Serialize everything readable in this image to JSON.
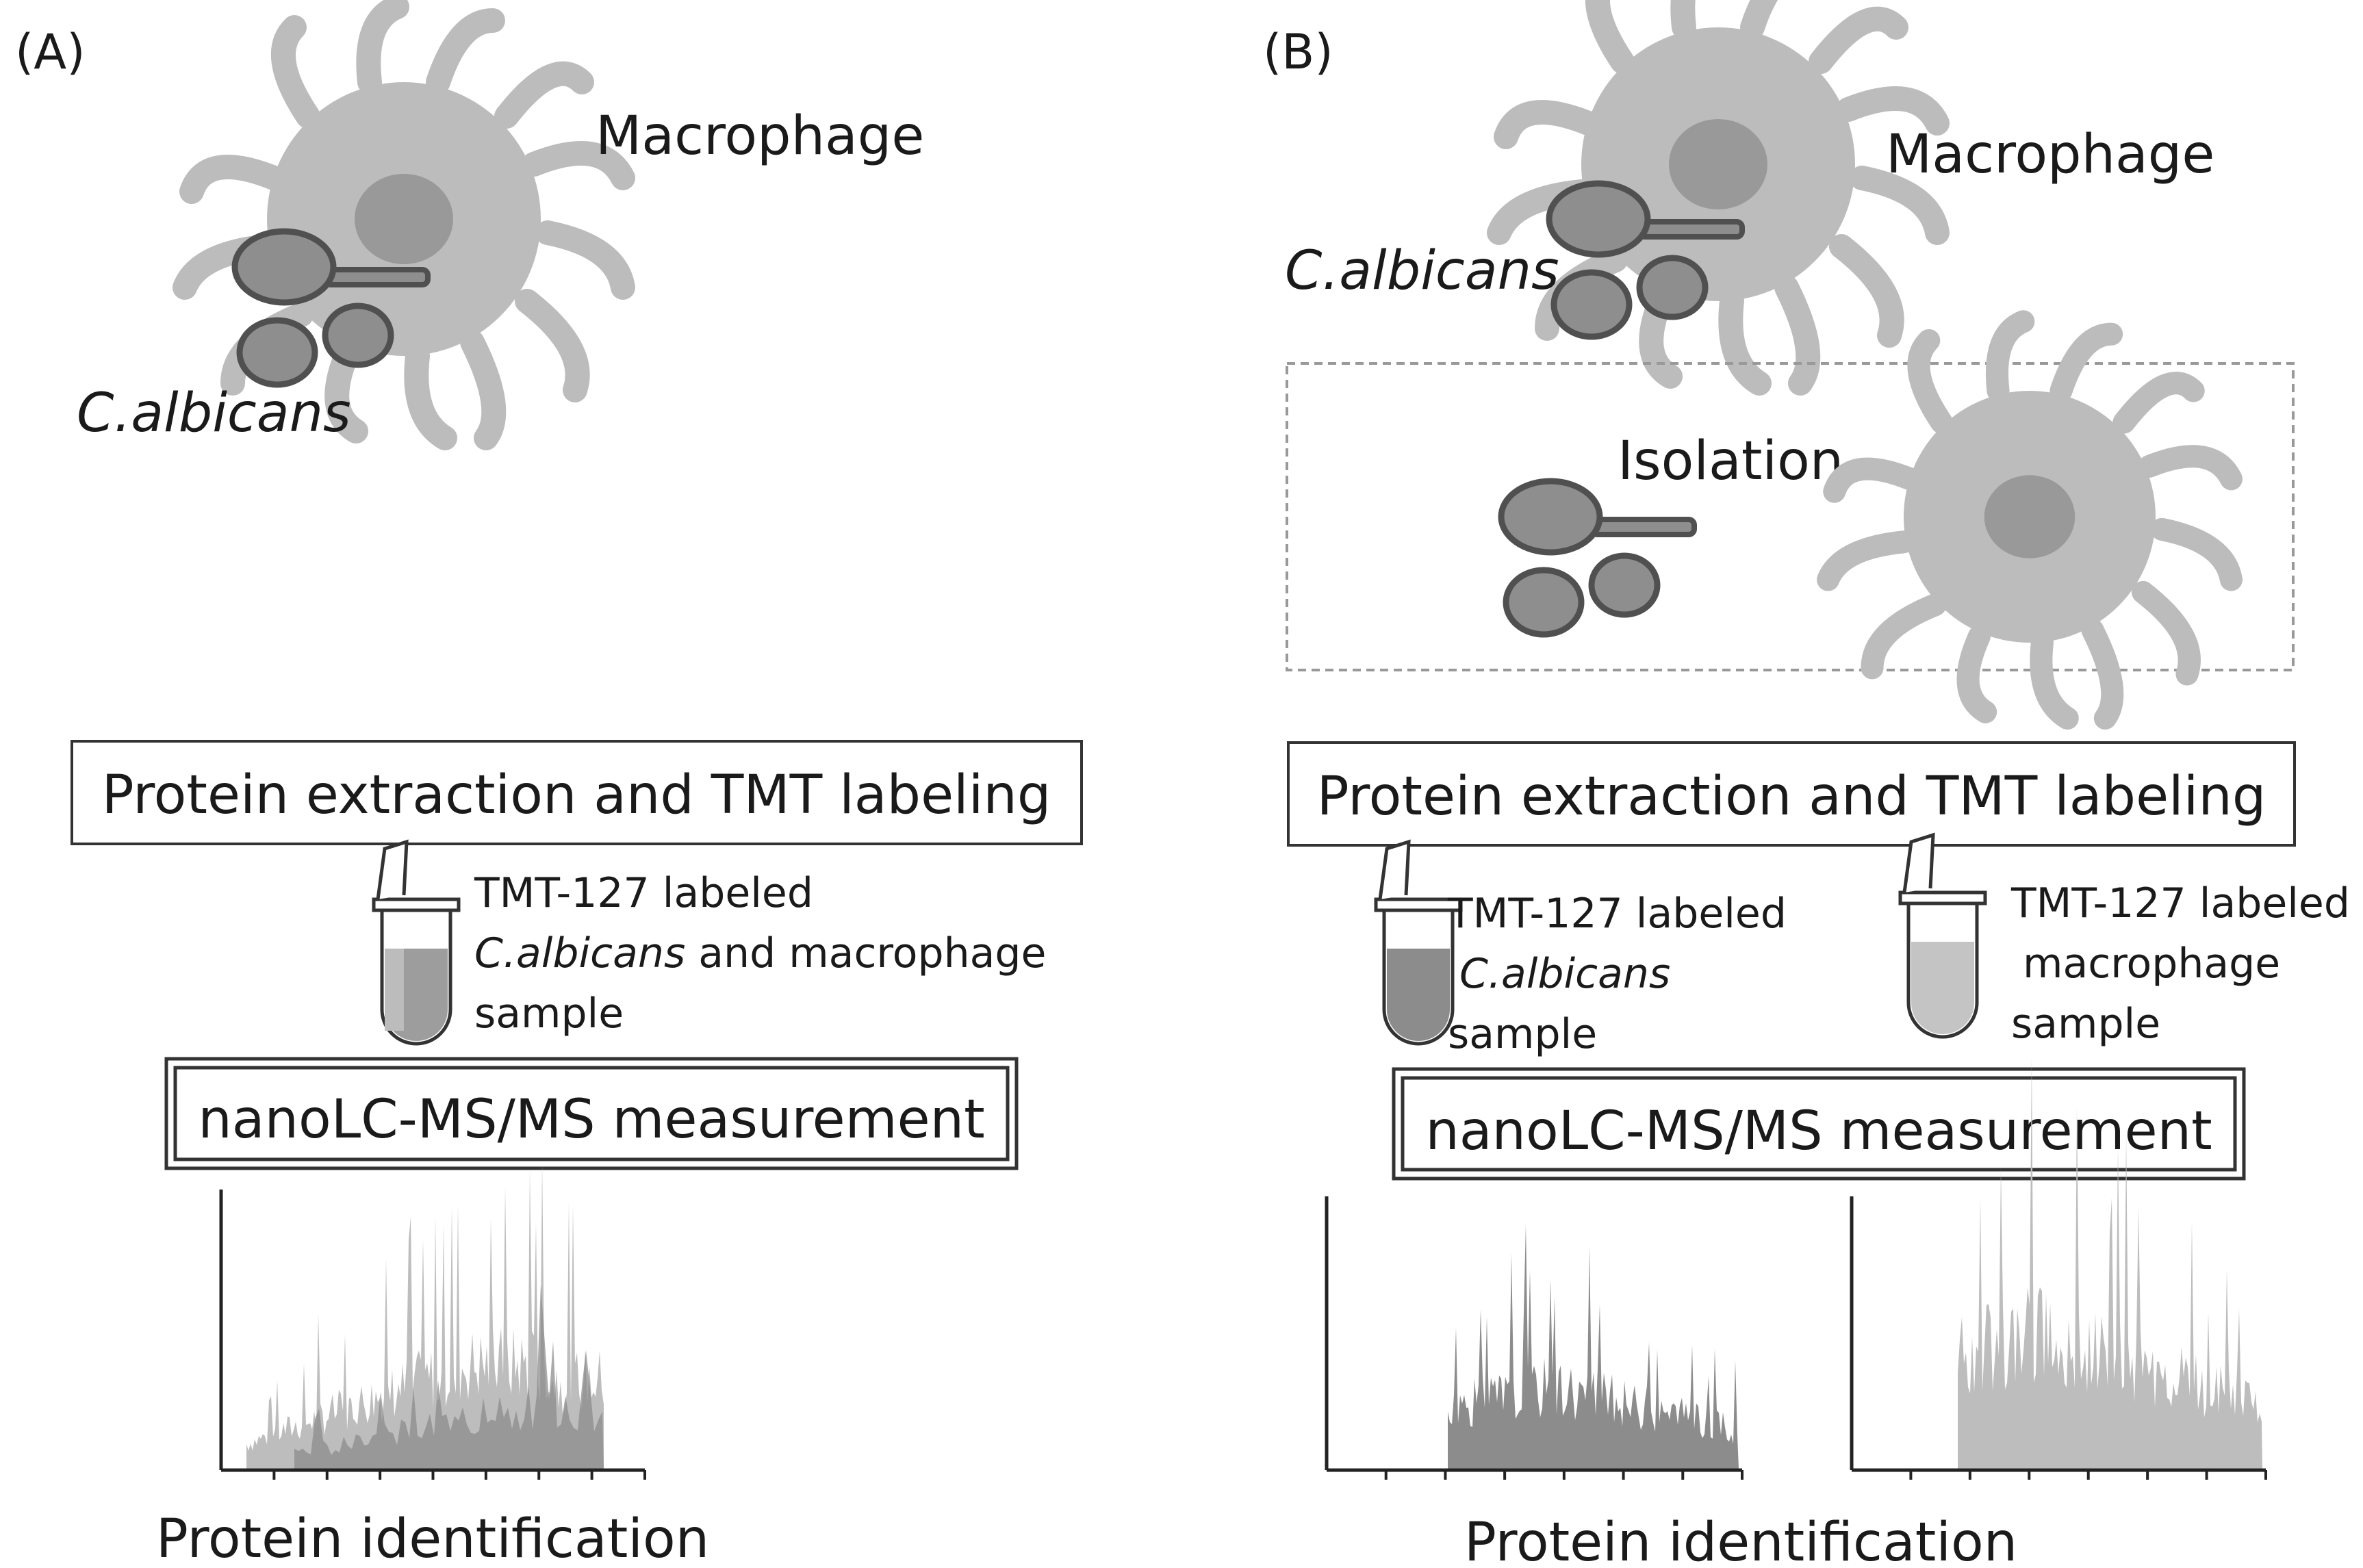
{
  "panel_a": {
    "label": "(A)",
    "macrophage_label": "Macrophage",
    "candida_label": "C.albicans",
    "step1": "Protein extraction and TMT labeling",
    "tube": {
      "line1": "TMT-127 labeled",
      "line2_italic": "C.albicans",
      "line2_rest": " and macrophage",
      "line3": "sample"
    },
    "step2": "nanoLC-MS/MS measurement",
    "result": "Protein identification"
  },
  "panel_b": {
    "label": "(B)",
    "macrophage_label": "Macrophage",
    "candida_label": "C.albicans",
    "isolation_label": "Isolation",
    "step1": "Protein extraction and TMT labeling",
    "tube_left": {
      "line1": "TMT-127 labeled",
      "line2_italic": "C.albicans",
      "line3": "sample"
    },
    "tube_right": {
      "line1": "TMT-127 labeled",
      "line2": "macrophage",
      "line3": "sample"
    },
    "step2": "nanoLC-MS/MS measurement",
    "result": "Protein identification"
  },
  "colors": {
    "macrophage": "#bcbcbc",
    "nucleus": "#999999",
    "candida_fill": "#8e8e8e",
    "candida_stroke": "#505050",
    "spectrum_light": "#bdbdbd",
    "spectrum_dark": "#8c8c8c"
  }
}
